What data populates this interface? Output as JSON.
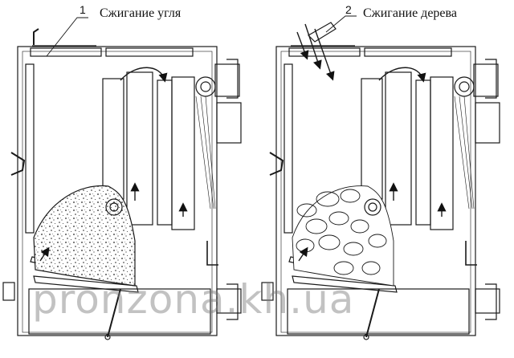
{
  "labels": {
    "left_number": "1",
    "left_caption": "Сжигание угля",
    "right_number": "2",
    "right_caption": "Сжигание дерева"
  },
  "watermark": "pronzona.kh.ua",
  "colors": {
    "line": "#1a1a1a",
    "fill": "#ffffff",
    "watermark": "#8a8a8a"
  }
}
